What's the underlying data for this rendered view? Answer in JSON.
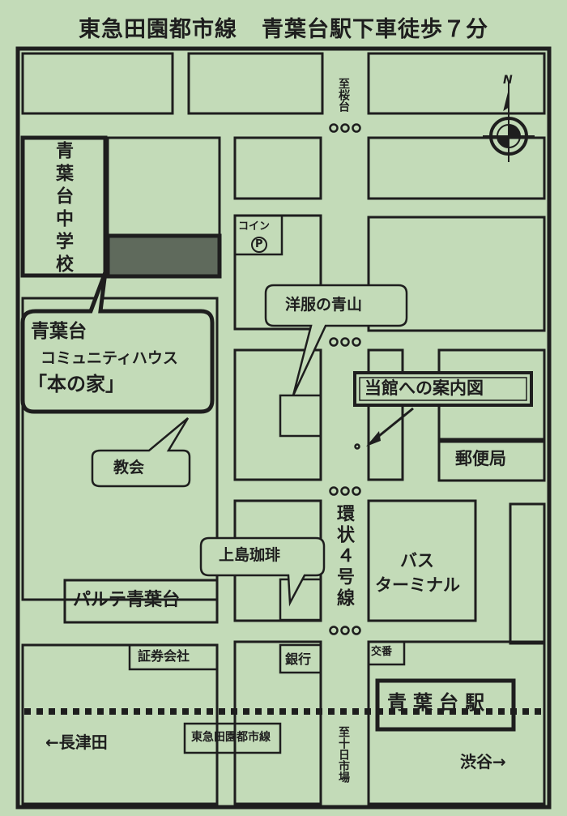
{
  "title": {
    "line": "東急田園都市線",
    "access": "青葉台駅下車徒歩７分"
  },
  "compass": {
    "north": "N",
    "icon": "compass-icon"
  },
  "labels": {
    "to_sakuradai": "至桜台",
    "school": "青葉台中学校",
    "coin_parking": "コイン",
    "parking_symbol": "P",
    "venue_line1": "青葉台",
    "venue_line2": "コミュニティハウス",
    "venue_line3": "「本の家」",
    "clothing": "洋服の青山",
    "guide": "当館への案内図",
    "church": "教会",
    "post_office": "郵便局",
    "cafe": "上島珈琲",
    "ring_road": "環状４号線",
    "bus_terminal_1": "バス",
    "bus_terminal_2": "ターミナル",
    "parte": "パルテ青葉台",
    "securities": "証券会社",
    "bank": "銀行",
    "koban": "交番",
    "station": "青葉台駅",
    "to_nagatsuta": "←長津田",
    "line_name": "東急田園都市線",
    "to_tokaichiba": "至十日市場",
    "to_shibuya": "渋谷→"
  },
  "colors": {
    "background": "#c3dbb8",
    "ink": "#1e1e1e",
    "venue_fill": "#5f6a5c"
  }
}
